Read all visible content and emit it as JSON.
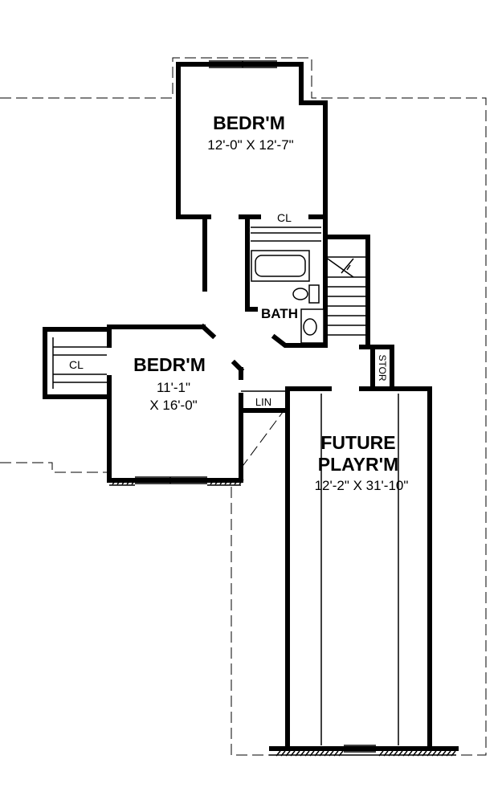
{
  "rooms": {
    "bedroom_top": {
      "name": "BEDR'M",
      "size": "12'-0\" X 12'-7\""
    },
    "bedroom_left": {
      "name": "BEDR'M",
      "size_line1": "11'-1\"",
      "size_line2": "X 16'-0\""
    },
    "future_playroom": {
      "name_line1": "FUTURE",
      "name_line2": "PLAYR'M",
      "size": "12'-2\" X 31'-10\""
    },
    "bath": {
      "name": "BATH"
    }
  },
  "closets": {
    "closet_top": "CL",
    "closet_left": "CL",
    "linen": "LIN",
    "storage": "STOR"
  },
  "colors": {
    "wall": "#000000",
    "background": "#ffffff"
  }
}
